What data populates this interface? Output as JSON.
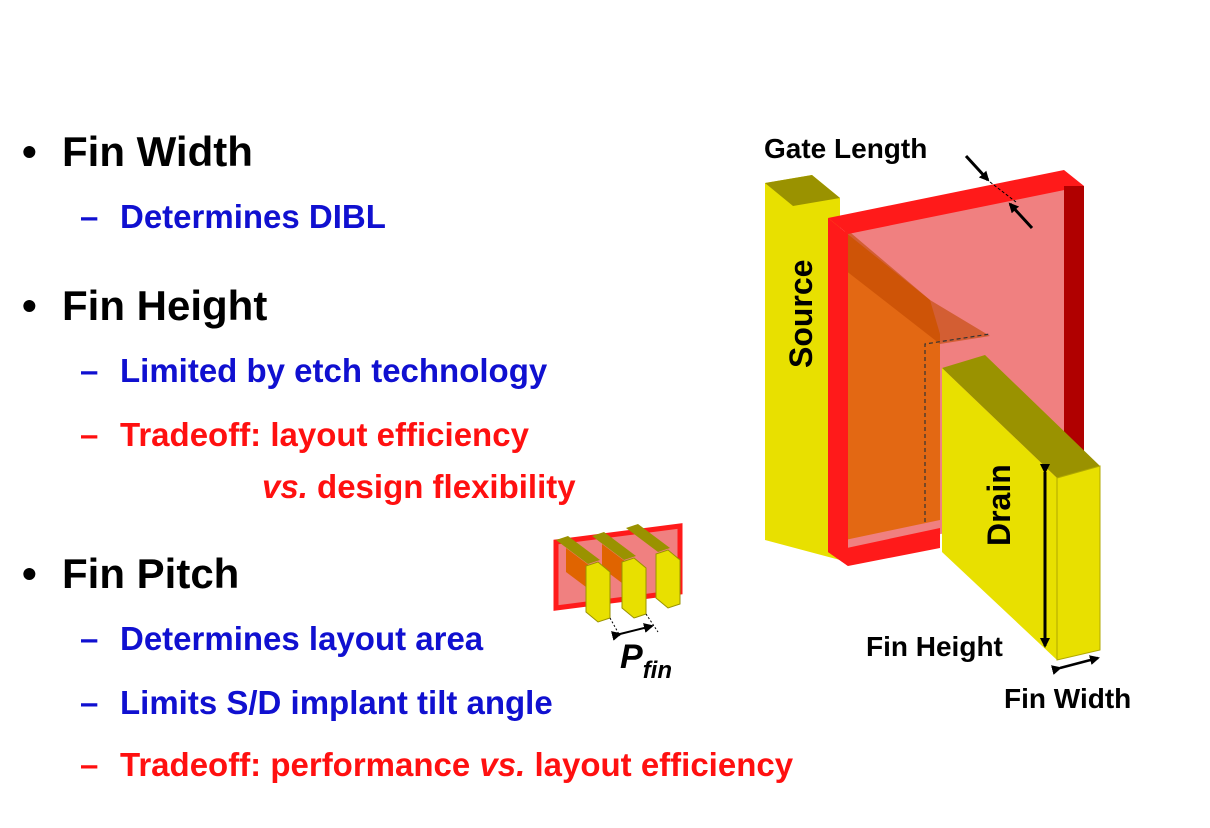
{
  "bullets": [
    {
      "title": "Fin Width",
      "subs": [
        {
          "text": "Determines DIBL",
          "color": "#1010d0"
        }
      ]
    },
    {
      "title": "Fin Height",
      "subs": [
        {
          "text": "Limited by etch technology",
          "color": "#1010d0"
        },
        {
          "text": "Tradeoff: layout efficiency",
          "color": "#ff1010"
        },
        {
          "vs": "vs.",
          "text": " design flexibility",
          "color": "#ff1010"
        }
      ]
    },
    {
      "title": "Fin Pitch",
      "subs": [
        {
          "text": "Determines layout area",
          "color": "#1010d0"
        },
        {
          "text": "Limits S/D implant tilt angle",
          "color": "#1010d0"
        },
        {
          "pre": "Tradeoff: performance ",
          "vs": "vs.",
          "post": " layout efficiency",
          "color": "#ff1010"
        }
      ]
    }
  ],
  "diagram": {
    "gate_length": "Gate Length",
    "source": "Source",
    "drain": "Drain",
    "fin_height": "Fin Height",
    "fin_width": "Fin Width",
    "pitch_symbol": "P",
    "pitch_subscript": "fin"
  },
  "colors": {
    "fin_yellow": "#e8e000",
    "fin_yellow_dark": "#9a9200",
    "gate_red": "#ff1a1a",
    "gate_red_dark": "#b00000",
    "gate_fill": "#f08080",
    "channel_orange": "#e06400"
  }
}
